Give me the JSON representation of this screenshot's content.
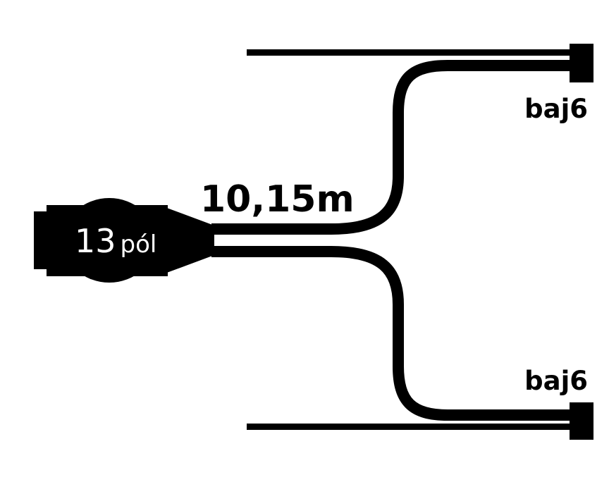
{
  "connector": {
    "pins": "13",
    "unit": "pól"
  },
  "cable": {
    "length_label": "10,15m"
  },
  "branches": [
    {
      "bulb": "baj6"
    },
    {
      "bulb": "baj6"
    }
  ],
  "colors": {
    "ink": "#000000",
    "paper": "#ffffff"
  }
}
